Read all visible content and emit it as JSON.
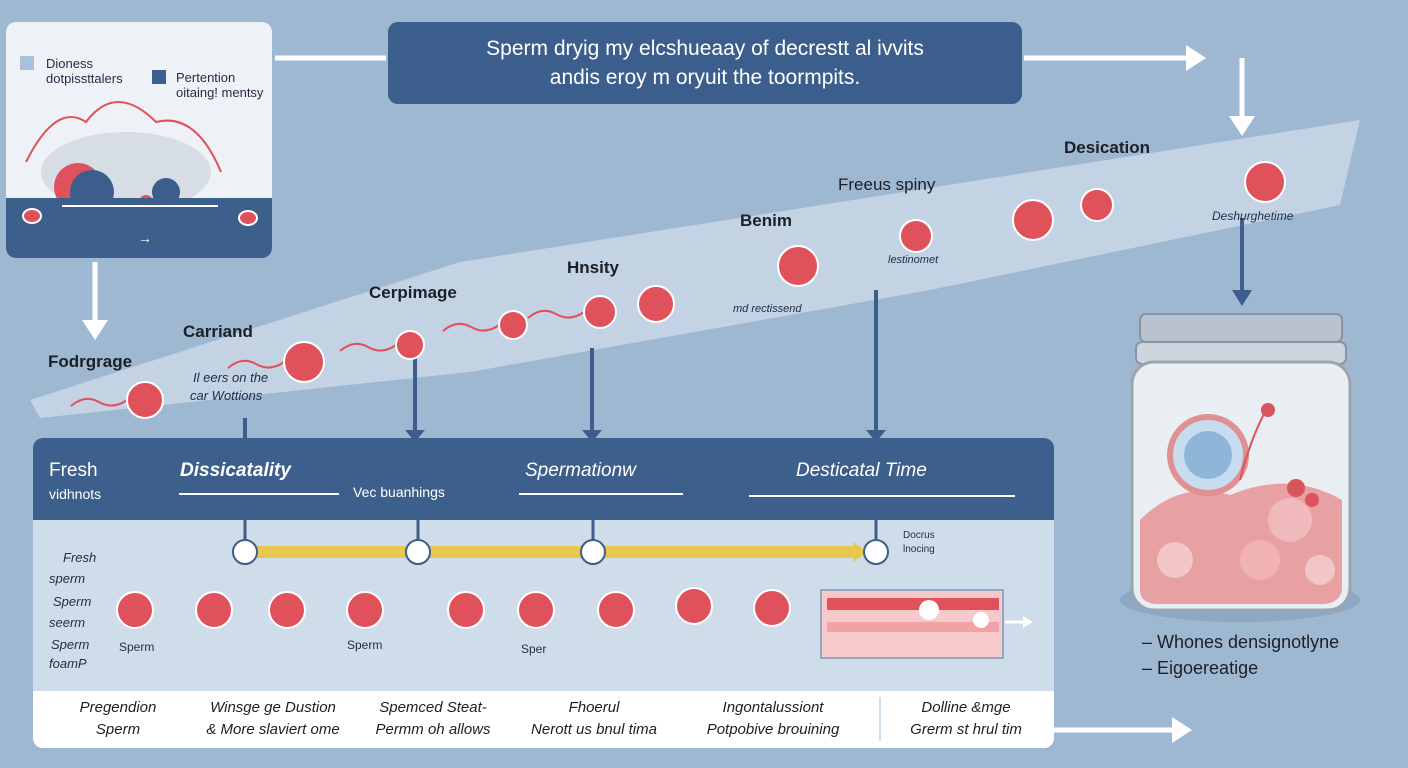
{
  "title": {
    "line1": "Sperm dryig my elcshueaay of decrestt al ivvits",
    "line2": "andis eroy m oryuit the toormpits."
  },
  "inset": {
    "legend": [
      {
        "label": "Dioness dotpissttalers",
        "color": "#a9c1dc"
      },
      {
        "label": "Pertention oitaing! mentsy",
        "color": "#3c5e8c"
      }
    ]
  },
  "stages": {
    "fodrgrage": "Fodrgrage",
    "carriand": "Carriand",
    "cerpimage": "Cerpimage",
    "hnsity": "Hnsity",
    "benim": "Benim",
    "freeus_spiny": "Freeus spiny",
    "desication": "Desication"
  },
  "notes": {
    "ilears": "Il eers on the",
    "car_wottions": "car Wottions",
    "md_rectisend": "md rectissend",
    "lestinomet": "lestinomet",
    "deshurghetime": "Deshurghetime"
  },
  "panel": {
    "header": {
      "fresh": "Fresh",
      "vidhnots": "vidhnots",
      "dissicatality": "Dissicatality",
      "vec": "Vec buanhings",
      "spermation": "Spermationw",
      "destication_time": "Desticatal Time"
    },
    "timeline_note": {
      "line1": "Docrus",
      "line2": "lnocing"
    },
    "side_labels": [
      "Fresh",
      "sperm",
      "Sperm",
      "seerm",
      "Sperm",
      "foamP"
    ],
    "cell_labels": {
      "sperm1": "Sperm",
      "sperm2": "Sperm",
      "sper": "Sper"
    },
    "bottom": [
      {
        "line1": "Pregendion",
        "line2": "Sperm"
      },
      {
        "line1": "Winsge ge Dustion",
        "line2": "& More slaviert ome"
      },
      {
        "line1": "Spemced Steat-",
        "line2": "Permm oh allows"
      },
      {
        "line1": "Fhoerul",
        "line2": "Nerott us bnul tima"
      },
      {
        "line1": "Ingontalussiont",
        "line2": "Potpobive brouining"
      },
      {
        "line1": "Dolline &mge",
        "line2": "Grerm st hrul tim"
      }
    ]
  },
  "jar": {
    "label1": "– Whones densignotlyne",
    "label2": "– Eigoereatige"
  },
  "colors": {
    "background": "#9fb8d2",
    "navy": "#3c5e8c",
    "cell_red": "#e0525b",
    "timeline_yellow": "#e7c74e"
  }
}
